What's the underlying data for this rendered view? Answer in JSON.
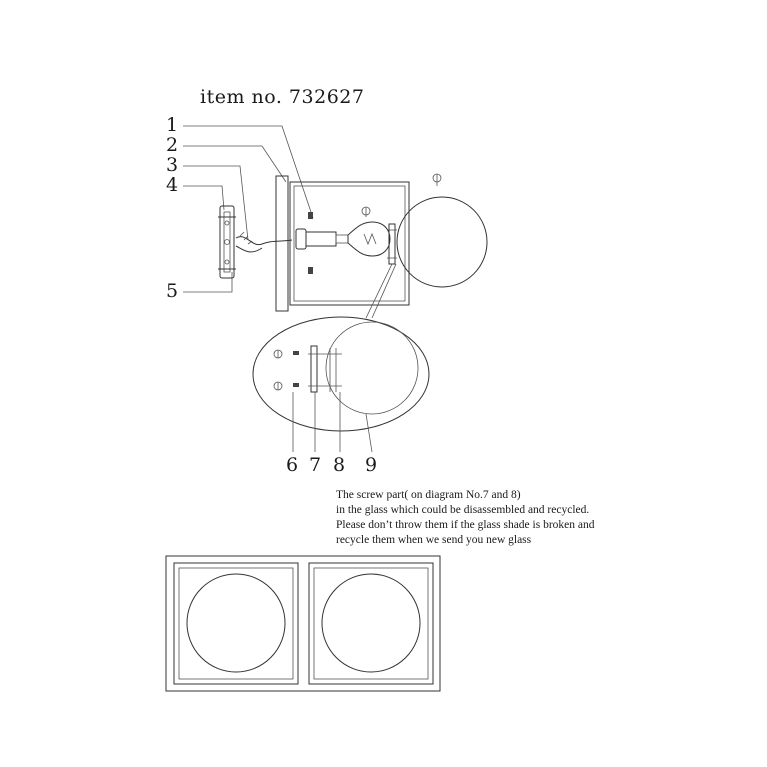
{
  "title": "item no. 732627",
  "callouts": [
    "1",
    "2",
    "3",
    "4",
    "5",
    "6",
    "7",
    "8",
    "9"
  ],
  "note_lines": [
    "The screw part( on diagram No.7 and 8)",
    "in the glass which could be disassembled and recycled.",
    "Please don’t throw them if the glass shade is broken and",
    "recycle them when we send you new glass"
  ]
}
